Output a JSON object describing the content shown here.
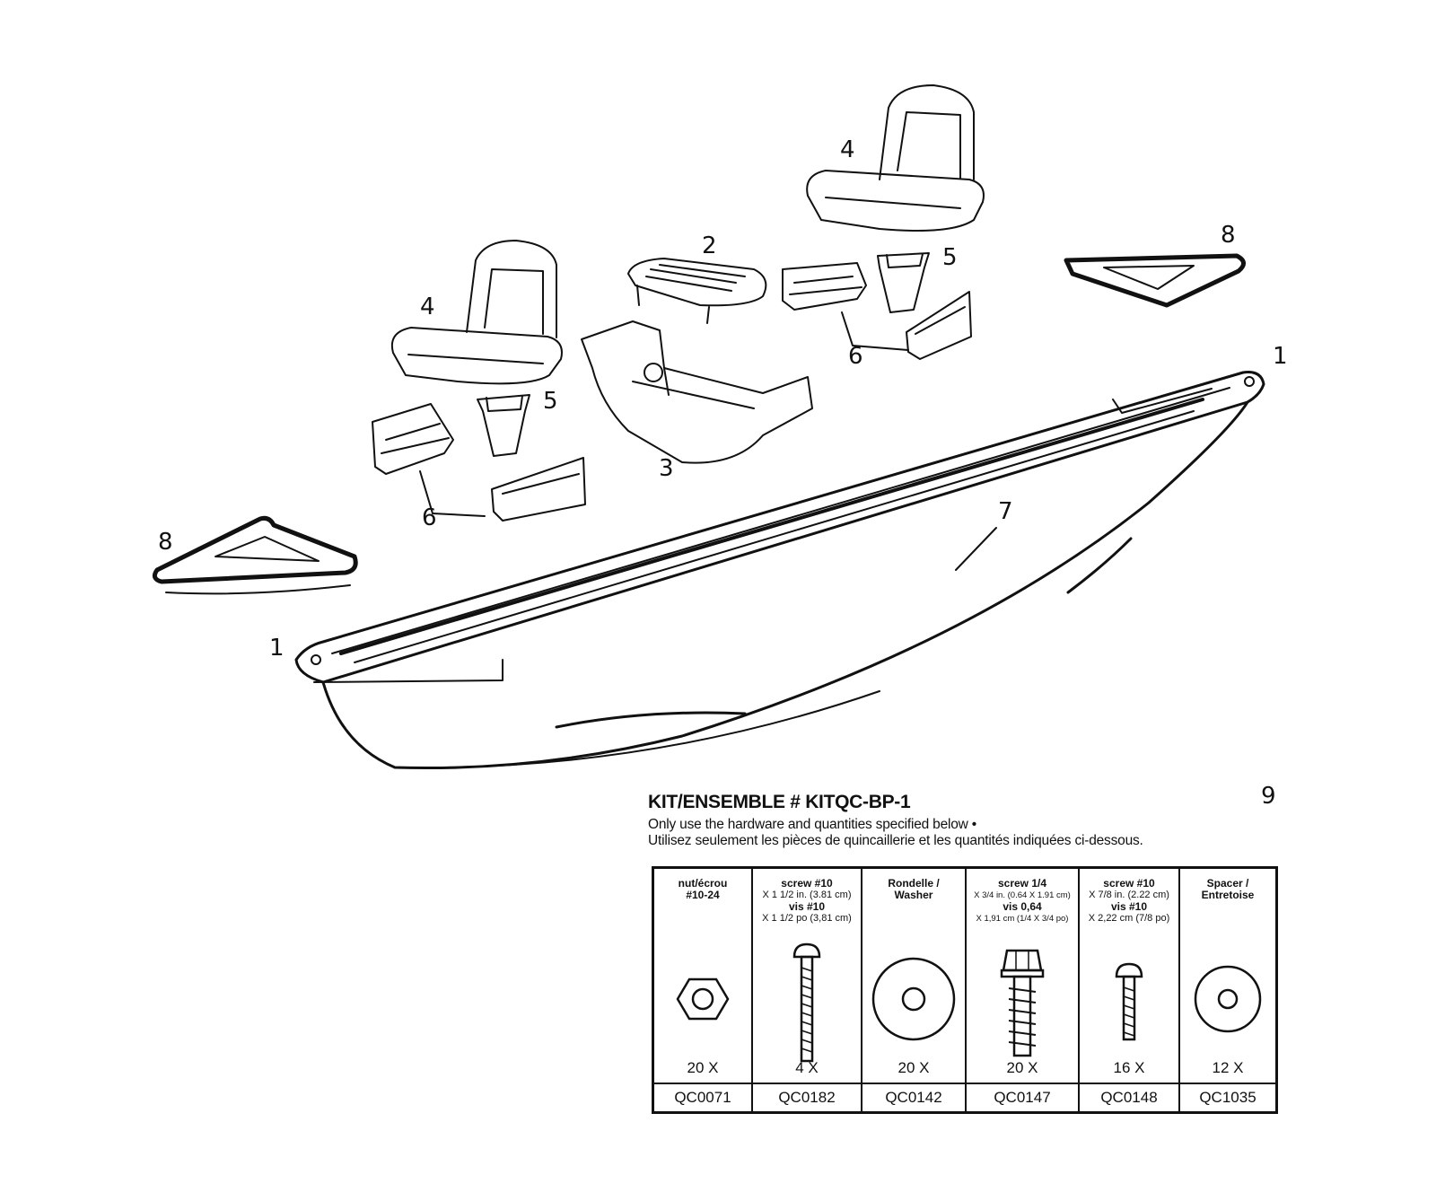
{
  "callouts": {
    "hull_right": "1",
    "hull_left": "1",
    "bench_top": "2",
    "bench_base": "3",
    "seat_upper": "4",
    "seat_lower": "4",
    "pedestal_upper": "5",
    "pedestal_lower": "5",
    "bracket_upper": "6",
    "bracket_lower": "6",
    "rail": "7",
    "corner_right": "8",
    "corner_left": "8",
    "kit": "9"
  },
  "kit": {
    "title": "KIT/ENSEMBLE # KITQC-BP-1",
    "line1": "Only use the hardware and quantities specified below •",
    "line2": "Utilisez seulement les pièces de quincaillerie et les quantités indiquées ci-dessous."
  },
  "hardware": [
    {
      "h1": "nut/écrou",
      "h2": "#10-24",
      "s1": "",
      "s2": "",
      "s3": "",
      "qty": "20 X",
      "code": "QC0071",
      "icon": "hex-nut-icon"
    },
    {
      "h1": "screw #10",
      "h2": "",
      "s1": "X 1 1/2 in. (3.81 cm)",
      "s2": "vis #10",
      "s3": "X 1 1/2 po (3,81 cm)",
      "qty": "4 X",
      "code": "QC0182",
      "icon": "long-screw-icon"
    },
    {
      "h1": "Rondelle /",
      "h2": "Washer",
      "s1": "",
      "s2": "",
      "s3": "",
      "qty": "20 X",
      "code": "QC0142",
      "icon": "washer-icon"
    },
    {
      "h1": "screw 1/4",
      "h2": "",
      "s1": "X 3/4 in. (0.64 X 1.91 cm)",
      "s2": "vis 0,64",
      "s3": "X 1,91 cm (1/4 X 3/4 po)",
      "qty": "20 X",
      "code": "QC0147",
      "icon": "hex-bolt-icon"
    },
    {
      "h1": "screw #10",
      "h2": "",
      "s1": "X 7/8 in. (2.22 cm)",
      "s2": "vis #10",
      "s3": "X 2,22 cm (7/8 po)",
      "qty": "16 X",
      "code": "QC0148",
      "icon": "short-screw-icon"
    },
    {
      "h1": "Spacer /",
      "h2": "Entretoise",
      "s1": "",
      "s2": "",
      "s3": "",
      "qty": "12 X",
      "code": "QC1035",
      "icon": "spacer-icon"
    }
  ]
}
